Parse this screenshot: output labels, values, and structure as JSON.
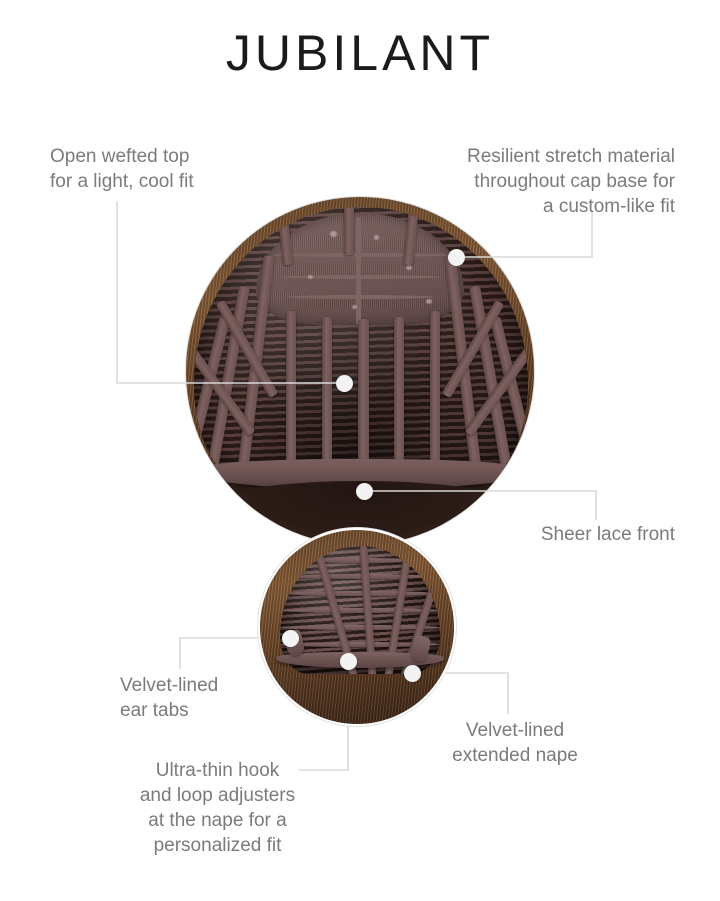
{
  "page": {
    "title": "JUBILANT",
    "background_color": "#ffffff",
    "text_color": "#7b7b7b",
    "title_color": "#1b1b1b",
    "leader_line_color": "#d8d8d8",
    "dot_color": "#f3f3f3",
    "cap_color": "#6b5150",
    "cap_strap_color": "#7d6260",
    "weft_color": "#2a1b18",
    "hair_color": "#6a4426"
  },
  "diagram": {
    "name": "wig-cap-construction-diagram",
    "images": [
      {
        "id": "cap-top",
        "label": "wig cap top and front view"
      },
      {
        "id": "cap-back",
        "label": "wig cap back and nape view"
      }
    ],
    "callouts": [
      {
        "id": "open-wefted-top",
        "text": "Open wefted top\nfor a light, cool fit",
        "align": "left"
      },
      {
        "id": "resilient-stretch",
        "text": "Resilient stretch material\nthroughout cap base for\na custom-like fit",
        "align": "right"
      },
      {
        "id": "sheer-lace-front",
        "text": "Sheer lace front",
        "align": "right"
      },
      {
        "id": "velvet-lined-ear-tabs",
        "text": "Velvet-lined\near tabs",
        "align": "left"
      },
      {
        "id": "velvet-lined-extended-nape",
        "text": "Velvet-lined\nextended nape",
        "align": "center"
      },
      {
        "id": "ultra-thin-hook-and-loop",
        "text": "Ultra-thin hook\nand loop adjusters\nat the nape for a\npersonalized fit",
        "align": "center"
      }
    ]
  }
}
